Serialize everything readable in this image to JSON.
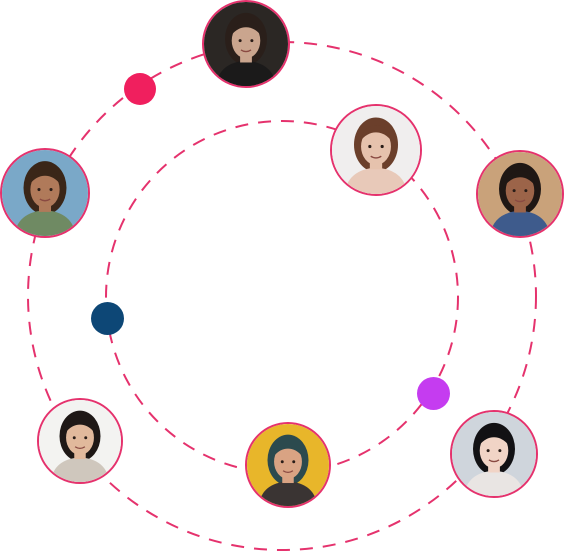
{
  "ring_color": "#e5326d",
  "profiles": [
    {
      "name": "portrait-young-man-top",
      "bg": "#2b2724",
      "skin": "#caa58e",
      "hair": "#2a1f1a",
      "shirt": "#1b1a1a"
    },
    {
      "name": "portrait-woman-long-hair",
      "bg": "#f0eeee",
      "skin": "#e6c2ad",
      "hair": "#6b3f2b",
      "shirt": "#e8c9b9"
    },
    {
      "name": "portrait-man-beard-market",
      "bg": "#7aa8c8",
      "skin": "#b07a5a",
      "hair": "#3a2618",
      "shirt": "#6f8a63"
    },
    {
      "name": "portrait-woman-smiling-right",
      "bg": "#c9a27a",
      "skin": "#9c6449",
      "hair": "#1f1714",
      "shirt": "#3e5b8c"
    },
    {
      "name": "portrait-woman-straight-hair",
      "bg": "#f3f3f1",
      "skin": "#e1b99c",
      "hair": "#1e1816",
      "shirt": "#cfc7bd"
    },
    {
      "name": "portrait-woman-yellow-wall",
      "bg": "#e8b62a",
      "skin": "#d9a383",
      "hair": "#2c4a4e",
      "shirt": "#3a3433"
    },
    {
      "name": "portrait-woman-bangs",
      "bg": "#cfd5dc",
      "skin": "#f1d4c6",
      "hair": "#121114",
      "shirt": "#e9e5e3"
    }
  ],
  "accent_dots": [
    {
      "name": "pink-dot",
      "color": "#f01f5e"
    },
    {
      "name": "navy-dot",
      "color": "#0d4776"
    },
    {
      "name": "purple-dot",
      "color": "#c53cf0"
    }
  ]
}
